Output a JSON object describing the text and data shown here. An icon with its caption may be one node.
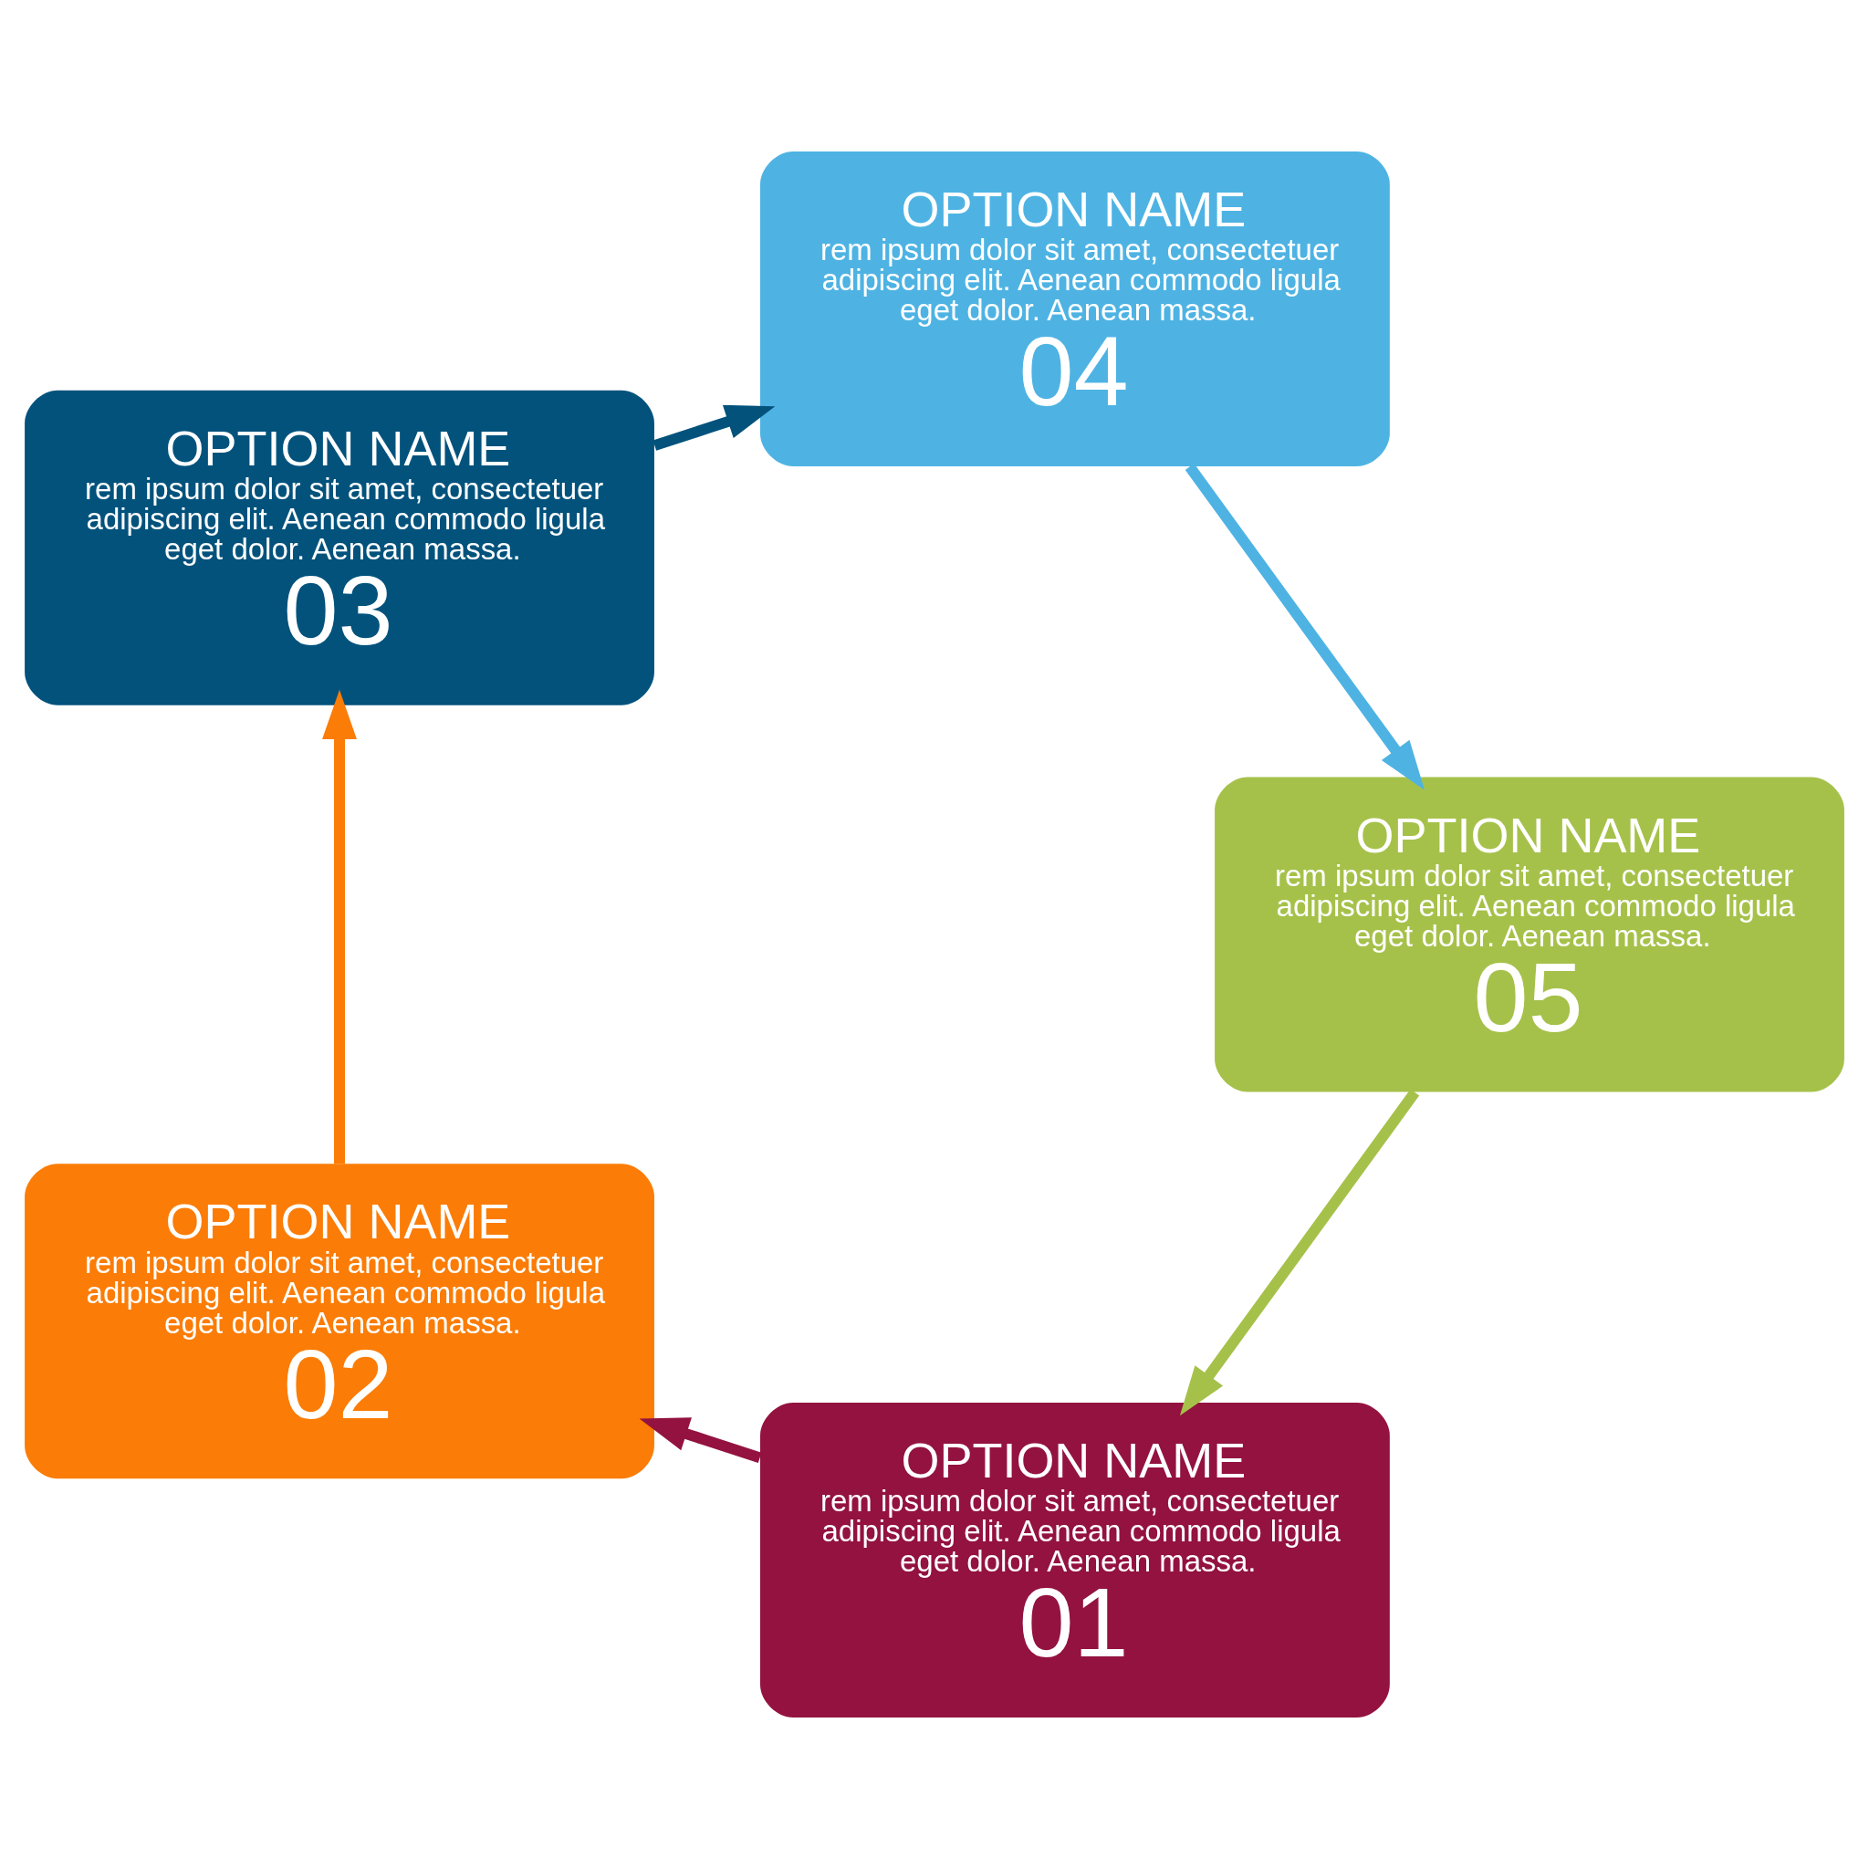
{
  "diagram": {
    "nodes": [
      {
        "text": [
          "OPTION NAME",
          "rem ipsum dolor sit amet, consectetuer adipiscing elit. Aenean commodo ligula eget dolor. Aenean massa.",
          "01"
        ]
      },
      {
        "text": [
          "OPTION NAME",
          "rem ipsum dolor sit amet, consectetuer adipiscing elit. Aenean commodo ligula eget dolor. Aenean massa.",
          "02"
        ]
      },
      {
        "text": [
          "OPTION NAME",
          "rem ipsum dolor sit amet, consectetuer adipiscing elit. Aenean commodo ligula eget dolor. Aenean massa.",
          "03"
        ]
      },
      {
        "text": [
          "OPTION NAME",
          "rem ipsum dolor sit amet, consectetuer adipiscing elit. Aenean commodo ligula eget dolor. Aenean massa.",
          "04"
        ]
      },
      {
        "text": [
          "OPTION NAME",
          "rem ipsum dolor sit amet, consectetuer adipiscing elit. Aenean commodo ligula eget dolor. Aenean massa.",
          "05"
        ]
      }
    ],
    "edges": [
      {
        "from": 0,
        "to": 1,
        "arrow": "to",
        "color": "#93123f"
      },
      {
        "from": 1,
        "to": 2,
        "arrow": "to",
        "color": "#fb7c06"
      },
      {
        "from": 2,
        "to": 3,
        "arrow": "to",
        "color": "#02527c"
      },
      {
        "from": 3,
        "to": 4,
        "arrow": "to",
        "color": "#4eb3e3"
      },
      {
        "from": 4,
        "to": 0,
        "arrow": "to",
        "color": "#a6c14a"
      }
    ]
  }
}
